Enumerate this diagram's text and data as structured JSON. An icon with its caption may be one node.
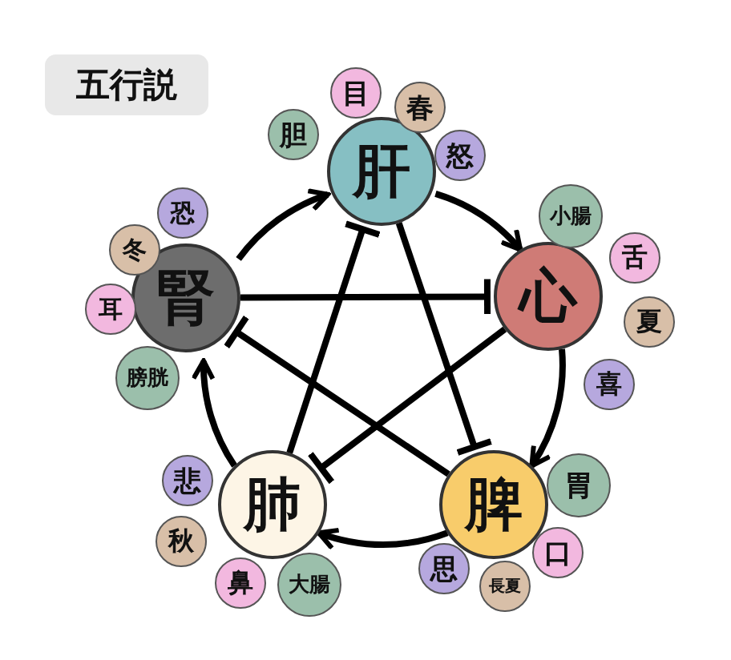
{
  "diagram": {
    "title": "五行説",
    "nodes": [
      {
        "text": [
          "肝"
        ]
      },
      {
        "text": [
          "胆"
        ]
      },
      {
        "text": [
          "目"
        ]
      },
      {
        "text": [
          "春"
        ]
      },
      {
        "text": [
          "怒"
        ]
      },
      {
        "text": [
          "腎"
        ]
      },
      {
        "text": [
          "恐"
        ]
      },
      {
        "text": [
          "冬"
        ]
      },
      {
        "text": [
          "耳"
        ]
      },
      {
        "text": [
          "膀胱"
        ]
      },
      {
        "text": [
          "心"
        ]
      },
      {
        "text": [
          "小腸"
        ]
      },
      {
        "text": [
          "舌"
        ]
      },
      {
        "text": [
          "夏"
        ]
      },
      {
        "text": [
          "喜"
        ]
      },
      {
        "text": [
          "肺"
        ]
      },
      {
        "text": [
          "悲"
        ]
      },
      {
        "text": [
          "秋"
        ]
      },
      {
        "text": [
          "鼻"
        ]
      },
      {
        "text": [
          "大腸"
        ]
      },
      {
        "text": [
          "脾"
        ]
      },
      {
        "text": [
          "胃"
        ]
      },
      {
        "text": [
          "口"
        ]
      },
      {
        "text": [
          "長夏"
        ]
      },
      {
        "text": [
          "思"
        ]
      }
    ],
    "edges": [
      {
        "from": 5,
        "to": 0,
        "arrow": "to"
      },
      {
        "from": 0,
        "to": 10,
        "arrow": "to"
      },
      {
        "from": 10,
        "to": 20,
        "arrow": "to"
      },
      {
        "from": 20,
        "to": 15,
        "arrow": "to"
      },
      {
        "from": 15,
        "to": 5,
        "arrow": "to"
      },
      {
        "from": 0,
        "to": 20,
        "arrow": "other"
      },
      {
        "from": 20,
        "to": 5,
        "arrow": "other"
      },
      {
        "from": 5,
        "to": 10,
        "arrow": "other"
      },
      {
        "from": 10,
        "to": 15,
        "arrow": "other"
      },
      {
        "from": 15,
        "to": 0,
        "arrow": "other"
      }
    ]
  }
}
